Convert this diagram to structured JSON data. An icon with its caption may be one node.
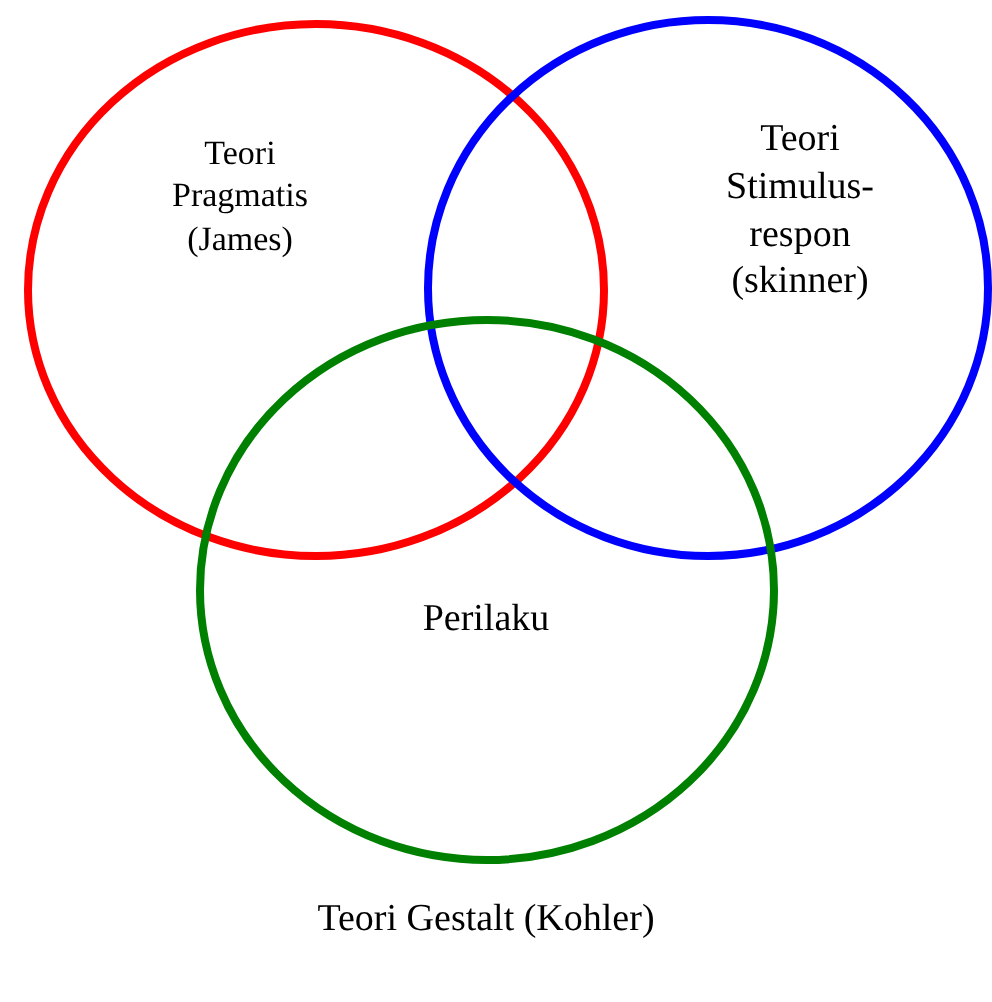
{
  "diagram": {
    "nodes": [
      {
        "text": [
          "Teori Pragmatis (James)"
        ]
      },
      {
        "text": [
          "Teori Stimulus-respon (skinner)"
        ]
      },
      {
        "text": [
          "Perilaku",
          "Teori Gestalt (Kohler)"
        ]
      }
    ]
  }
}
